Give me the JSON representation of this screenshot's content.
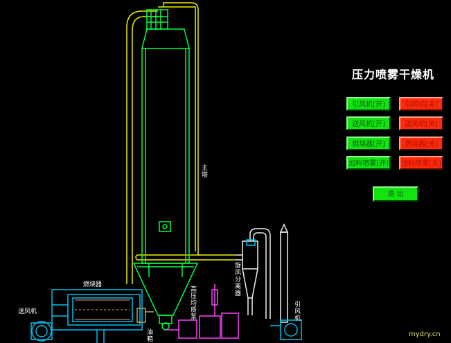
{
  "title": "压力喷雾干燥机",
  "controls": {
    "start": [
      "引风机[开]",
      "送风机[开]",
      "燃烧器[开]",
      "加料喷雾[开]"
    ],
    "stop": [
      "引风机[关]",
      "送风机[关]",
      "燃烧器[关]",
      "加料喷雾[关]"
    ],
    "exit": "退 出"
  },
  "labels": {
    "main_tower": "主塔",
    "burner": "燃烧器",
    "supply_fan": "送风机",
    "oil_tank": "油箱",
    "hp_pump": "高压均质泵",
    "cyclone": "旋风分离器",
    "induced_fan": "引风机"
  },
  "watermark": "mydry.cn",
  "colors": {
    "start_btn": "#12e412",
    "stop_btn": "#ff2a0a",
    "tower": "#00ff40",
    "duct": "#f0f000",
    "cyclone": "#f0f0f0",
    "furnace": "#00c0f0",
    "pump": "#ff40ff"
  }
}
